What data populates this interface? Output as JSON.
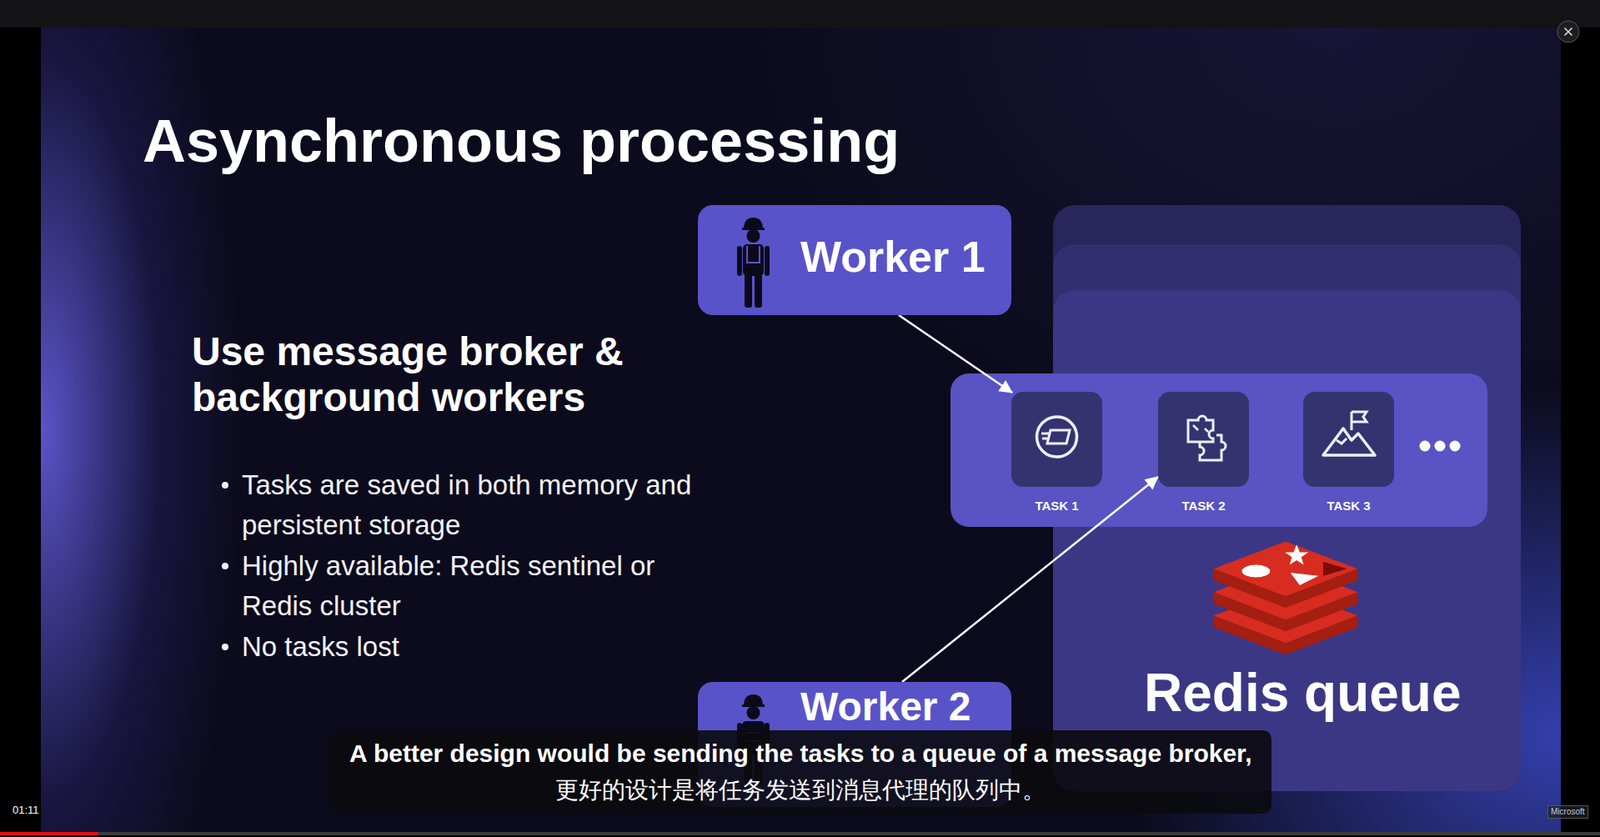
{
  "diagram": {
    "title": "Asynchronous processing",
    "nodes": [
      {
        "text": [
          "Worker 1"
        ]
      },
      {
        "text": [
          "Redis queue"
        ]
      },
      {
        "text": [
          "TASK 1"
        ],
        "in": 1
      },
      {
        "text": [
          "TASK 2"
        ],
        "in": 1
      },
      {
        "text": [
          "TASK 3"
        ],
        "in": 1
      },
      {
        "text": [
          "Worker 2"
        ]
      },
      {
        "text": [
          "A better design would be sending the tasks to a queue of a message broker,",
          "更好的设计是将任务发送到消息代理的队列中。"
        ]
      }
    ],
    "edges": [
      {
        "from": 0,
        "to": 2,
        "arrow": "to"
      },
      {
        "from": 5,
        "to": 3,
        "arrow": "to"
      }
    ],
    "labels": [
      "Use message broker & background workers",
      "Tasks are saved in both memory and persistent storage",
      "Highly available: Redis sentinel or Redis cluster",
      "No tasks lost",
      "01:11",
      "Microsoft"
    ]
  }
}
